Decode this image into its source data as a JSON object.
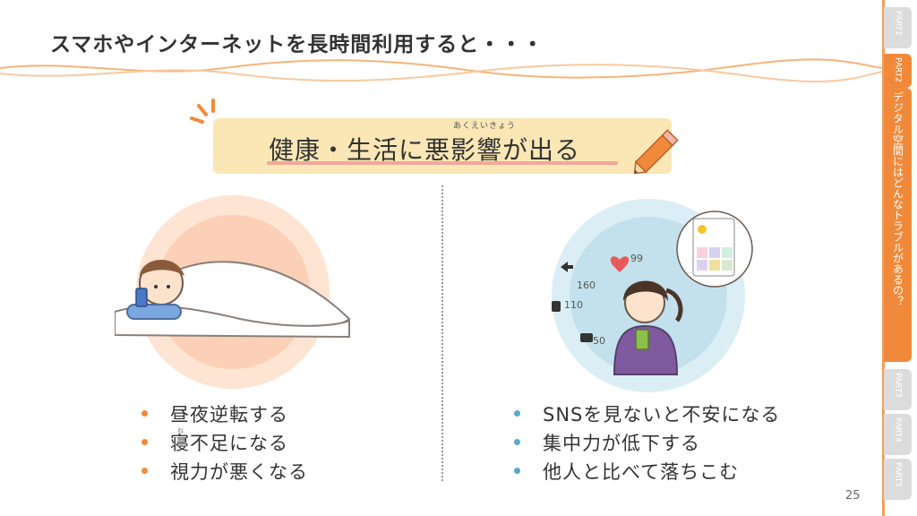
{
  "slide": {
    "title": "スマホやインターネットを長時間利用すると・・・",
    "headline": "健康・生活に悪影響が出る",
    "headline_ruby": "あくえいきょう",
    "page_number": "25"
  },
  "left_column": {
    "bullet_color": "#f08a3a",
    "bullets": [
      "昼夜逆転する",
      "寝不足になる",
      "視力が悪くなる"
    ],
    "furigana": "ね"
  },
  "right_column": {
    "bullet_color": "#5aa7c8",
    "bullets": [
      "SNSを見ないと不安になる",
      "集中力が低下する",
      "他人と比べて落ちこむ"
    ],
    "reaction_counts": {
      "likes_hearts": "99",
      "retweets": "160",
      "thumbs": "110",
      "comments": "50"
    }
  },
  "sidebar": {
    "tabs": [
      {
        "label": "PART",
        "num": "1",
        "active": false
      },
      {
        "label": "PART",
        "num": "2",
        "active": true
      },
      {
        "label": "デジタル空間にはどんなトラブルがあるの？",
        "active": true
      },
      {
        "label": "PART",
        "num": "3",
        "active": false
      },
      {
        "label": "PART",
        "num": "4",
        "active": false
      },
      {
        "label": "PART",
        "num": "5",
        "active": false
      }
    ]
  },
  "colors": {
    "accent": "#f08a3a",
    "banner": "#fbe7b5",
    "underline": "#f1a89a",
    "wave": "#f6b47a",
    "blue": "#5aa7c8"
  }
}
